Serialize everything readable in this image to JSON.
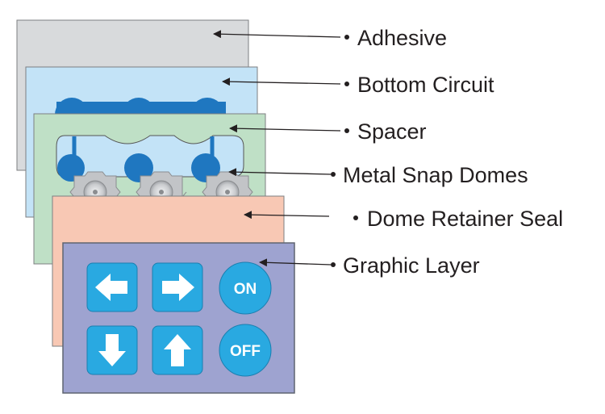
{
  "layers": [
    {
      "id": "adhesive",
      "label": "Adhesive",
      "color": "#d8dadc"
    },
    {
      "id": "bottom-circuit",
      "label": "Bottom Circuit",
      "color": "#c3e3f7"
    },
    {
      "id": "spacer",
      "label": "Spacer",
      "color": "#bfe0c6"
    },
    {
      "id": "metal-snap-domes",
      "label": "Metal Snap Domes",
      "color": "#c2c4c7"
    },
    {
      "id": "dome-retainer-seal",
      "label": "Dome Retainer Seal",
      "color": "#f8c8b4"
    },
    {
      "id": "graphic-layer",
      "label": "Graphic Layer",
      "color": "#9ea3d0"
    }
  ],
  "circuit_color": "#1f77c0",
  "buttons": [
    {
      "id": "left-arrow",
      "icon": "left-arrow-icon"
    },
    {
      "id": "right-arrow",
      "icon": "right-arrow-icon"
    },
    {
      "id": "on",
      "text": "ON"
    },
    {
      "id": "down-arrow",
      "icon": "down-arrow-icon"
    },
    {
      "id": "up-arrow",
      "icon": "up-arrow-icon"
    },
    {
      "id": "off",
      "text": "OFF"
    }
  ],
  "button_color": "#29a9e1"
}
